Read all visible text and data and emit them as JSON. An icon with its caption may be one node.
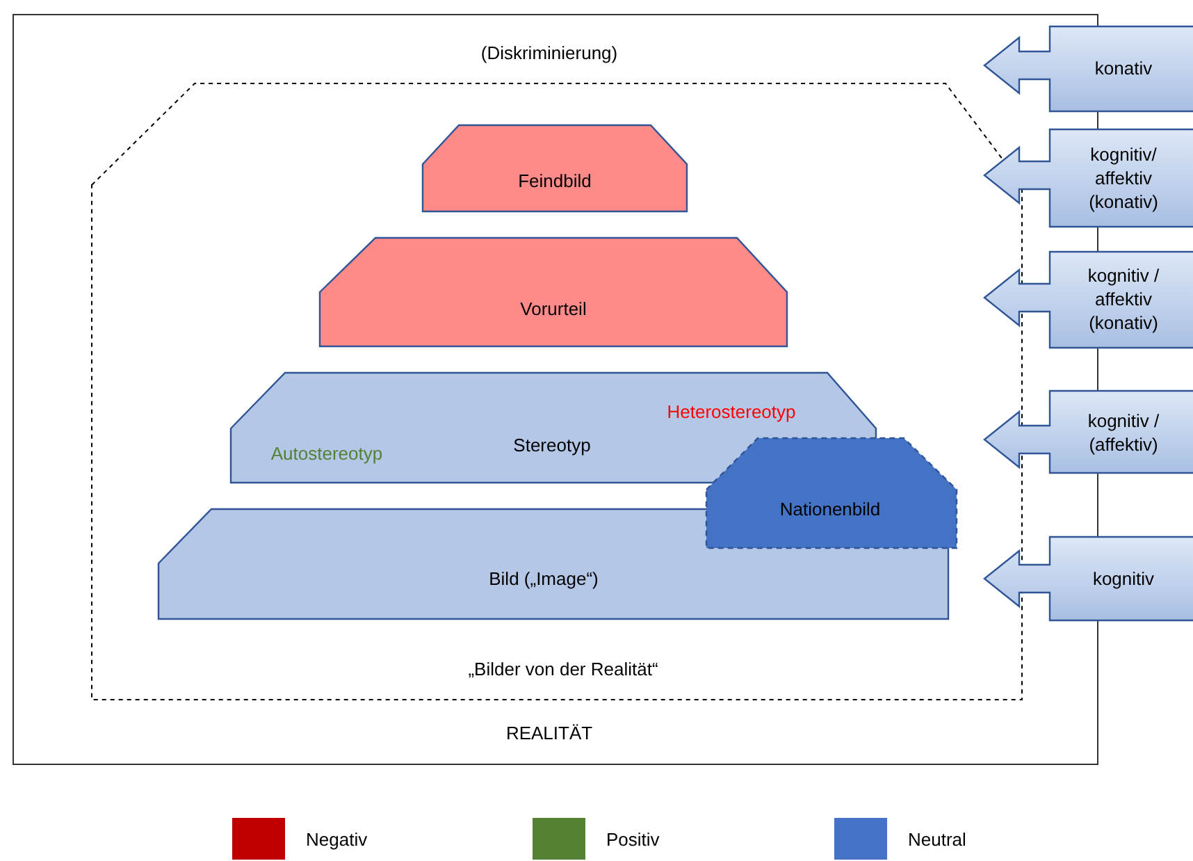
{
  "diagram": {
    "nodes": [
      {
        "text": [
          "(Diskriminierung)",
          "REALITÄT"
        ]
      },
      {
        "text": [
          "„Bilder von der Realität“"
        ],
        "in": 0
      },
      {
        "text": [
          "Feindbild"
        ],
        "in": 1
      },
      {
        "text": [
          "Vorurteil"
        ],
        "in": 1
      },
      {
        "text": [
          "Heterostereotyp",
          "Stereotyp",
          "Autostereotyp"
        ],
        "in": 1
      },
      {
        "text": [
          "Nationenbild"
        ],
        "in": 1
      },
      {
        "text": [
          "Bild („Image“)"
        ],
        "in": 1
      },
      {
        "text": [
          "konativ"
        ]
      },
      {
        "text": [
          "kognitiv/ affektiv (konativ)"
        ]
      },
      {
        "text": [
          "kognitiv / affektiv (konativ)"
        ]
      },
      {
        "text": [
          "kognitiv / (affektiv)"
        ]
      },
      {
        "text": [
          "kognitiv"
        ]
      }
    ],
    "legend": [
      {
        "text": "Negativ",
        "color": "#c00000"
      },
      {
        "text": "Positiv",
        "color": "#548235"
      },
      {
        "text": "Neutral",
        "color": "#4472c4"
      }
    ]
  }
}
